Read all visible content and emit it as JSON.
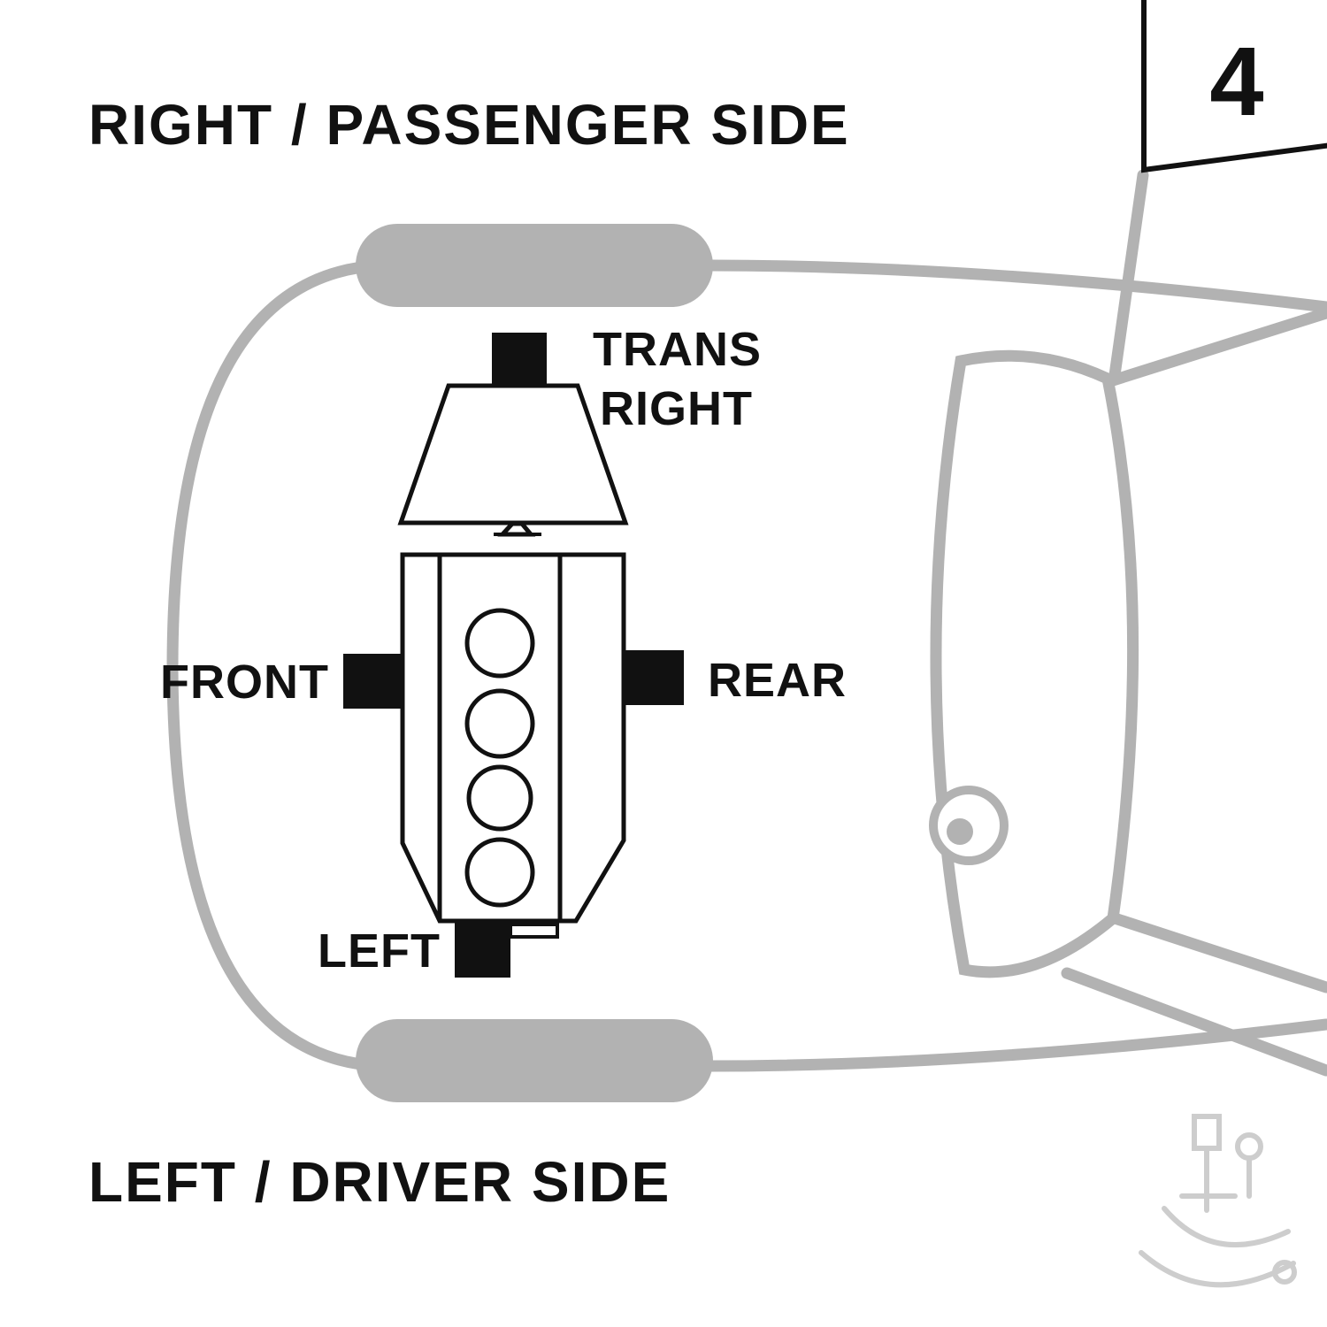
{
  "labels": {
    "right_passenger_side": "RIGHT / PASSENGER SIDE",
    "left_driver_side": "LEFT / DRIVER SIDE",
    "page_number": "4"
  },
  "mounts": {
    "trans_right": {
      "line1": "TRANS",
      "line2": "RIGHT",
      "position": "top-of-transmission"
    },
    "front": {
      "label": "FRONT",
      "position": "left-of-engine-block"
    },
    "rear": {
      "label": "REAR",
      "position": "right-of-engine-block"
    },
    "left": {
      "label": "LEFT",
      "position": "bottom-of-engine-block"
    }
  },
  "diagram": {
    "type": "engine-mount-location-diagram",
    "view": "top-down vehicle schematic",
    "engine_cylinders": 4
  },
  "colors": {
    "car_outline_gray": "#b2b2b2",
    "schematic_black": "#111111",
    "watermark_gray": "#cdcdcd",
    "background": "#ffffff"
  }
}
